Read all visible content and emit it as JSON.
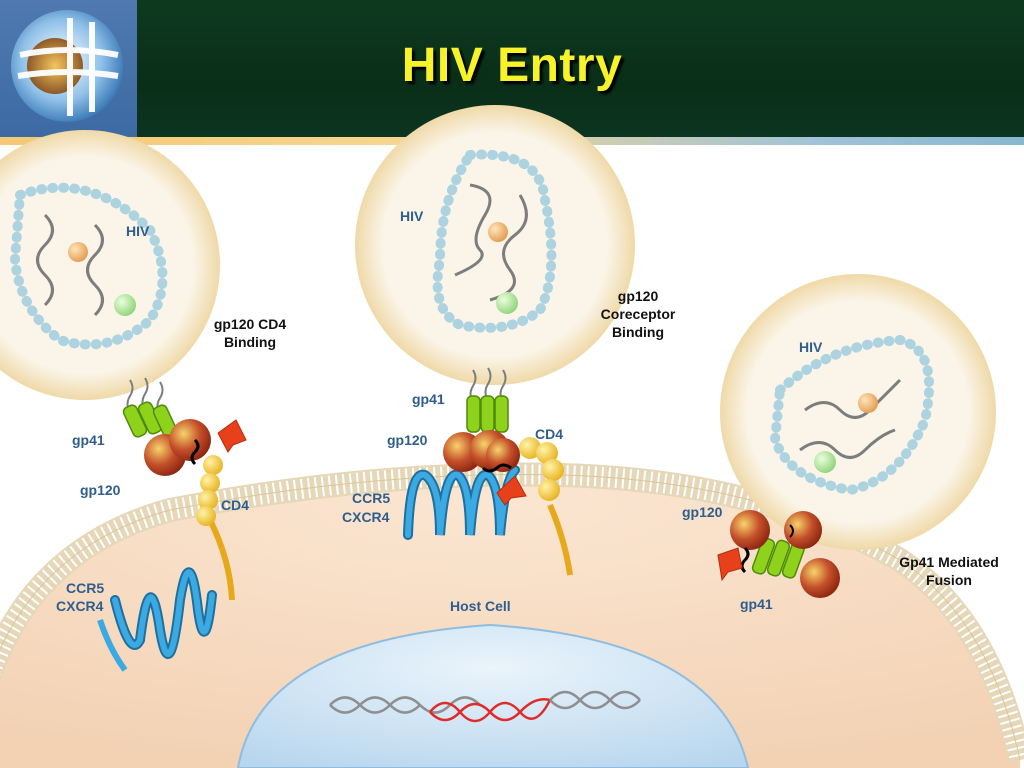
{
  "slide": {
    "title": "HIV Entry"
  },
  "labels": {
    "hiv_1": "HIV",
    "hiv_2": "HIV",
    "hiv_3": "HIV",
    "step1": [
      "gp120 CD4",
      "Binding"
    ],
    "step2": [
      "gp120",
      "Coreceptor",
      "Binding"
    ],
    "step3": [
      "Gp41 Mediated",
      "Fusion"
    ],
    "gp41_a": "gp41",
    "gp120_a": "gp120",
    "cd4_a": "CD4",
    "ccr5_a": "CCR5",
    "cxcr4_a": "CXCR4",
    "gp41_b": "gp41",
    "gp120_b": "gp120",
    "cd4_b": "CD4",
    "ccr5_b": "CCR5",
    "cxcr4_b": "CXCR4",
    "gp120_c": "gp120",
    "gp41_c": "gp41",
    "host_cell": "Host Cell"
  },
  "colors": {
    "header_bg": "#0b3520",
    "title": "#f7f32a",
    "label_blue": "#2f5d8c",
    "coreceptor": "#2a8fcc",
    "cd4": "#f2c31e",
    "gp41": "#8fd21b",
    "gp120": "#b93a18",
    "arrow": "#e8401a"
  }
}
